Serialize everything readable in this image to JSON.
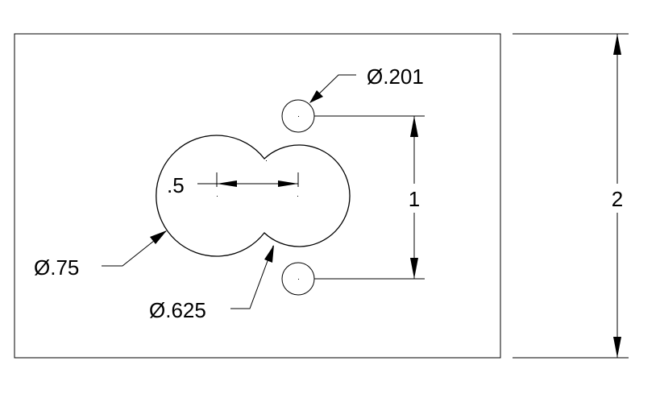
{
  "dimensions": {
    "overall_height": "2",
    "hole_spacing": "1",
    "center_distance": ".5",
    "small_hole_diameter": "Ø.201",
    "large_bore_diameter": "Ø.75",
    "small_bore_diameter": "Ø.625"
  }
}
